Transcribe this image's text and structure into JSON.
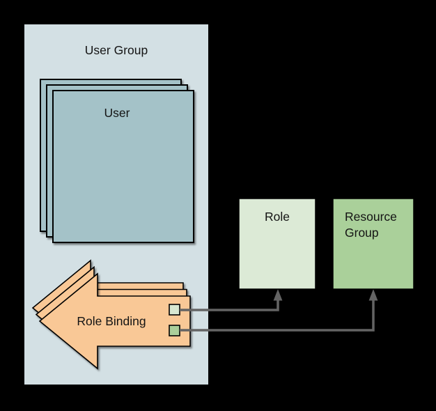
{
  "labels": {
    "user_group": "User Group",
    "user": "User",
    "role_binding": "Role Binding",
    "role": "Role",
    "resource_group": "Resource Group"
  },
  "colors": {
    "background": "#000000",
    "panel_fill": "#d3e0e4",
    "user_fill": "#a4c2c8",
    "arrow_fill": "#f9c896",
    "port_role_fill": "#d8e8d2",
    "port_resource_group_fill": "#abcf9b",
    "role_fill": "#dcead6",
    "resource_group_fill": "#aad09a",
    "connector": "#646464",
    "outline": "#000000"
  },
  "stacks": [
    {
      "shape": "User",
      "copies": 3,
      "container": "User Group"
    },
    {
      "shape": "Role Binding",
      "copies": 3,
      "container": "User Group"
    }
  ],
  "connections": [
    {
      "from": "Role Binding",
      "via": "light-green port",
      "to": "Role"
    },
    {
      "from": "Role Binding",
      "via": "green port",
      "to": "Resource Group"
    }
  ]
}
